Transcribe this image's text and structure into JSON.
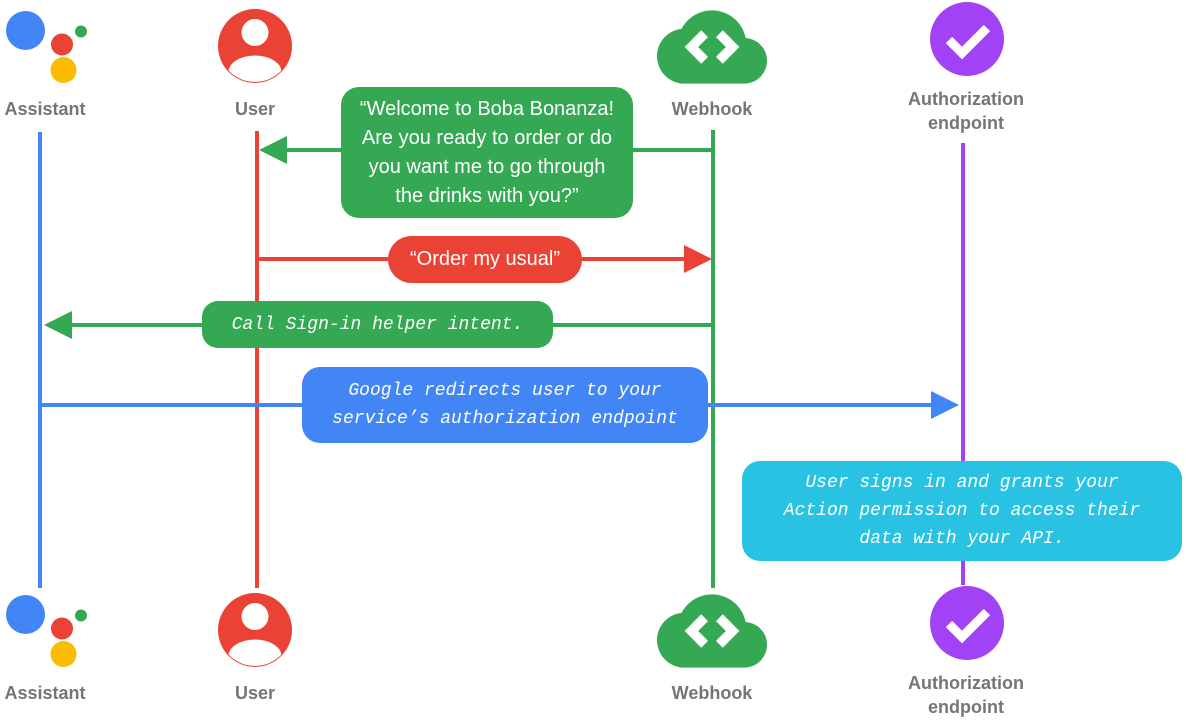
{
  "diagram_type": "sequence-diagram",
  "colors": {
    "blue": "#4285F4",
    "red": "#EA4335",
    "green": "#34A853",
    "yellow": "#FBBC04",
    "purple": "#A142F4",
    "cyan": "#29C2E2",
    "label_gray": "#757575",
    "bubble_text": "#FFFFFF"
  },
  "actors": [
    {
      "id": "assistant",
      "label": "Assistant",
      "color": "#4285F4"
    },
    {
      "id": "user",
      "label": "User",
      "color": "#EA4335"
    },
    {
      "id": "webhook",
      "label": "Webhook",
      "color": "#34A853"
    },
    {
      "id": "auth",
      "label": "Authorization\nendpoint",
      "color": "#A142F4"
    }
  ],
  "messages": [
    {
      "id": "welcome",
      "from": "Webhook",
      "to": "User",
      "style": "speech",
      "color": "#34A853",
      "text": "“Welcome to Boba Bonanza!\nAre you ready to order or do\nyou want me to go through\nthe drinks with you?”"
    },
    {
      "id": "order",
      "from": "User",
      "to": "Webhook",
      "style": "speech",
      "color": "#EA4335",
      "text": "“Order my usual”"
    },
    {
      "id": "signin",
      "from": "Webhook",
      "to": "Assistant",
      "style": "code",
      "color": "#34A853",
      "text": "Call Sign-in helper intent."
    },
    {
      "id": "redirect",
      "from": "Assistant",
      "to": "Authorization endpoint",
      "style": "code",
      "color": "#4285F4",
      "text": "Google redirects user to your\nservice’s authorization endpoint"
    },
    {
      "id": "grant",
      "note_on": "Authorization endpoint",
      "style": "code",
      "color": "#29C2E2",
      "text": "User signs in and grants your\nAction permission to access their\ndata with your API."
    }
  ]
}
